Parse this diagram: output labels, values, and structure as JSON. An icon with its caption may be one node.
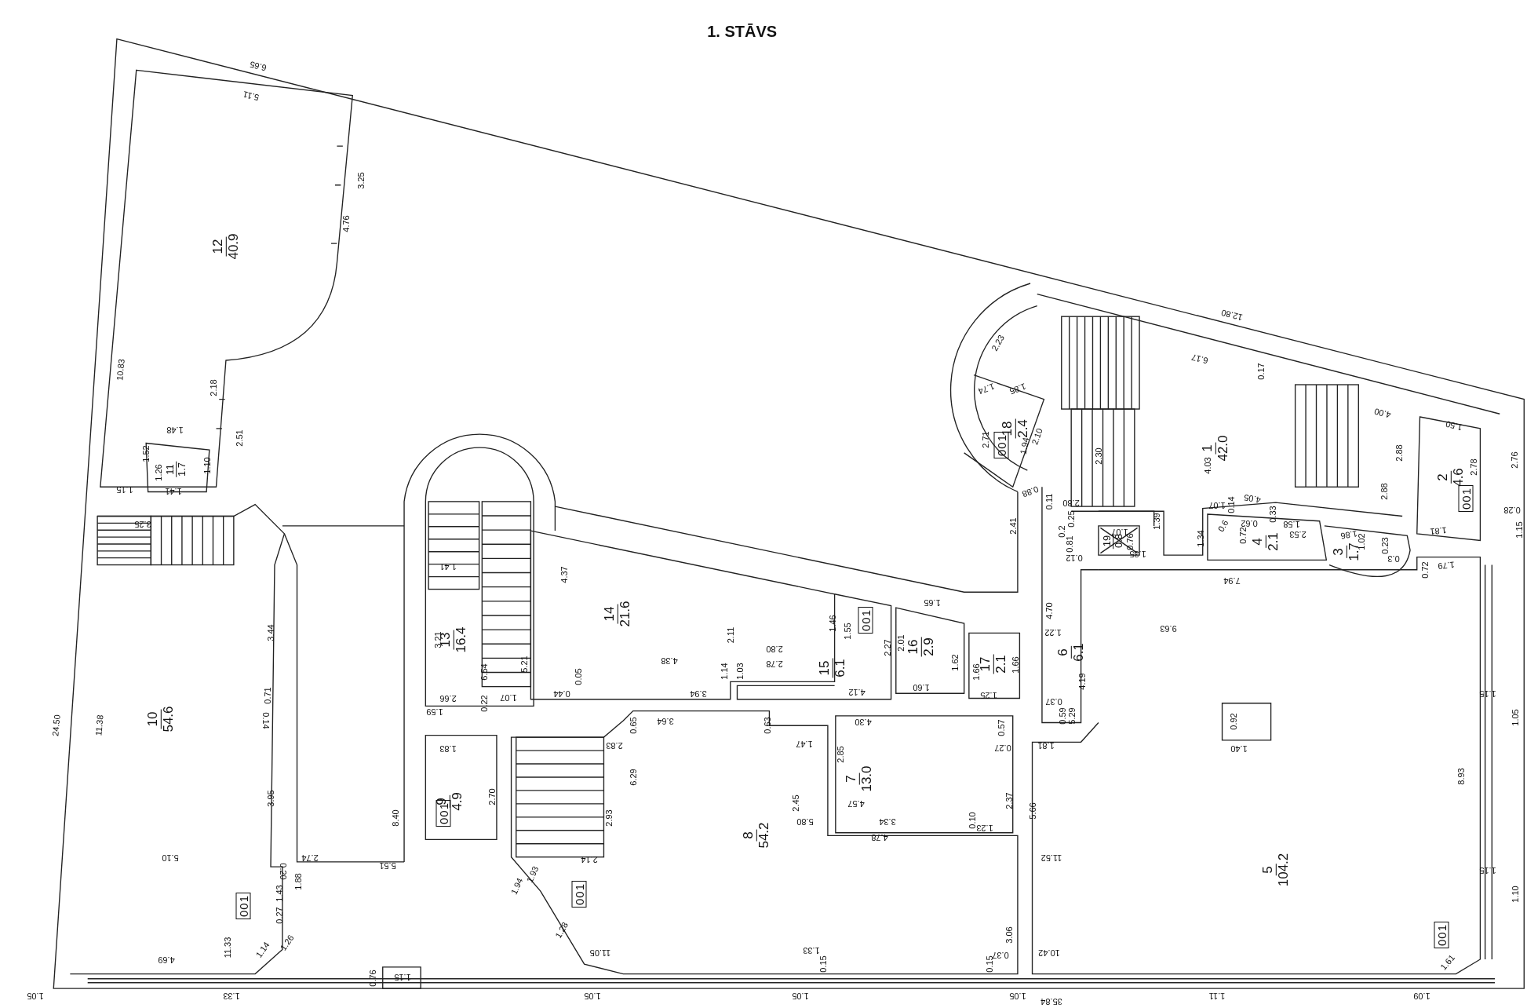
{
  "diagram": {
    "title": "1. STĀVS",
    "nodes": [
      {
        "text": [
          "12",
          "40.9"
        ]
      },
      {
        "text": [
          "11",
          "1.7"
        ]
      },
      {
        "text": [
          "18",
          "2.4"
        ]
      },
      {
        "text": [
          "1",
          "42.0"
        ]
      },
      {
        "text": [
          "2",
          "4.6"
        ]
      },
      {
        "text": [
          "19",
          "0.8"
        ]
      },
      {
        "text": [
          "4",
          "2.1"
        ]
      },
      {
        "text": [
          "3",
          "1.7"
        ]
      },
      {
        "text": [
          "13",
          "16.4"
        ]
      },
      {
        "text": [
          "14",
          "21.6"
        ]
      },
      {
        "text": [
          "15",
          "6.1"
        ]
      },
      {
        "text": [
          "16",
          "2.9"
        ]
      },
      {
        "text": [
          "17",
          "2.1"
        ]
      },
      {
        "text": [
          "6",
          "6.1"
        ]
      },
      {
        "text": [
          "10",
          "54.6"
        ]
      },
      {
        "text": [
          "9",
          "4.9"
        ]
      },
      {
        "text": [
          "8",
          "54.2"
        ]
      },
      {
        "text": [
          "7",
          "13.0"
        ]
      },
      {
        "text": [
          "5",
          "104.2"
        ]
      }
    ],
    "labels": [
      "6.65",
      "5.11",
      "3.25",
      "4.76",
      "10.83",
      "2.18",
      "2.51",
      "1.48",
      "1.52",
      "1.26",
      "1.10",
      "1.41",
      "1.15",
      "3.25",
      "12.80",
      "2.23",
      "6.17",
      "0.17",
      "1.74",
      "1.85",
      "4.00",
      "1.50",
      "2.71",
      "1.94",
      "2.10",
      "001",
      "2.30",
      "4.03",
      "2.88",
      "2.78",
      "2.76",
      "0.88",
      "2.88",
      "001",
      "0.11",
      "2.80",
      "1.07",
      "0.14",
      "4.05",
      "0.28",
      "0.25",
      "1.39",
      "0.33",
      "1.58",
      "1.86",
      "1.81",
      "0.2",
      "1.07",
      "0.6",
      "0.72",
      "0.62",
      "1.02",
      "0.23",
      "1.15",
      "2.41",
      "0.81",
      "0.76",
      "1.34",
      "2.53",
      "0.3",
      "0.12",
      "1.35",
      "0.72",
      "1.79",
      "7.94",
      "4.37",
      "1.41",
      "1.65",
      "4.70",
      "1.46",
      "1.55",
      "001",
      "9.63",
      "2.11",
      "3.21",
      "1.22",
      "2.01",
      "2.27",
      "2.80",
      "1.62",
      "4.38",
      "2.78",
      "1.66",
      "1.66",
      "5.21",
      "6.54",
      "1.14",
      "1.03",
      "4.19",
      "0.05",
      "1.60",
      "0.44",
      "3.94",
      "4.12",
      "1.25",
      "2.66",
      "1.07",
      "0.22",
      "1.59",
      "0.37",
      "1.15",
      "1.05",
      "0.59",
      "5.29",
      "0.92",
      "3.64",
      "0.65",
      "0.63",
      "4.30",
      "0.57",
      "2.83",
      "1.47",
      "0.27",
      "1.81",
      "1.83",
      "1.40",
      "2.85",
      "8.93",
      "6.29",
      "2.70",
      "001",
      "2.45",
      "4.57",
      "2.37",
      "3.95",
      "3.44",
      "0.71",
      "0.14",
      "11.38",
      "24.50",
      "8.40",
      "5.80",
      "2.93",
      "5.66",
      "3.34",
      "0.10",
      "1.23",
      "4.78",
      "5.10",
      "2.74",
      "2.14",
      "11.52",
      "5.51",
      "0.20",
      "1.88",
      "1.93",
      "1.94",
      "1.43",
      "001",
      "001",
      "0.27",
      "1.15",
      "1.10",
      "001",
      "1.28",
      "3.06",
      "1.14",
      "1.26",
      "11.33",
      "4.69",
      "11.05",
      "1.33",
      "10.42",
      "1.61",
      "0.15",
      "0.15",
      "0.37",
      "1.15",
      "0.76",
      "1.05",
      "1.33",
      "1.05",
      "1.05",
      "1.05",
      "35.84",
      "1.11",
      "1.09"
    ]
  }
}
